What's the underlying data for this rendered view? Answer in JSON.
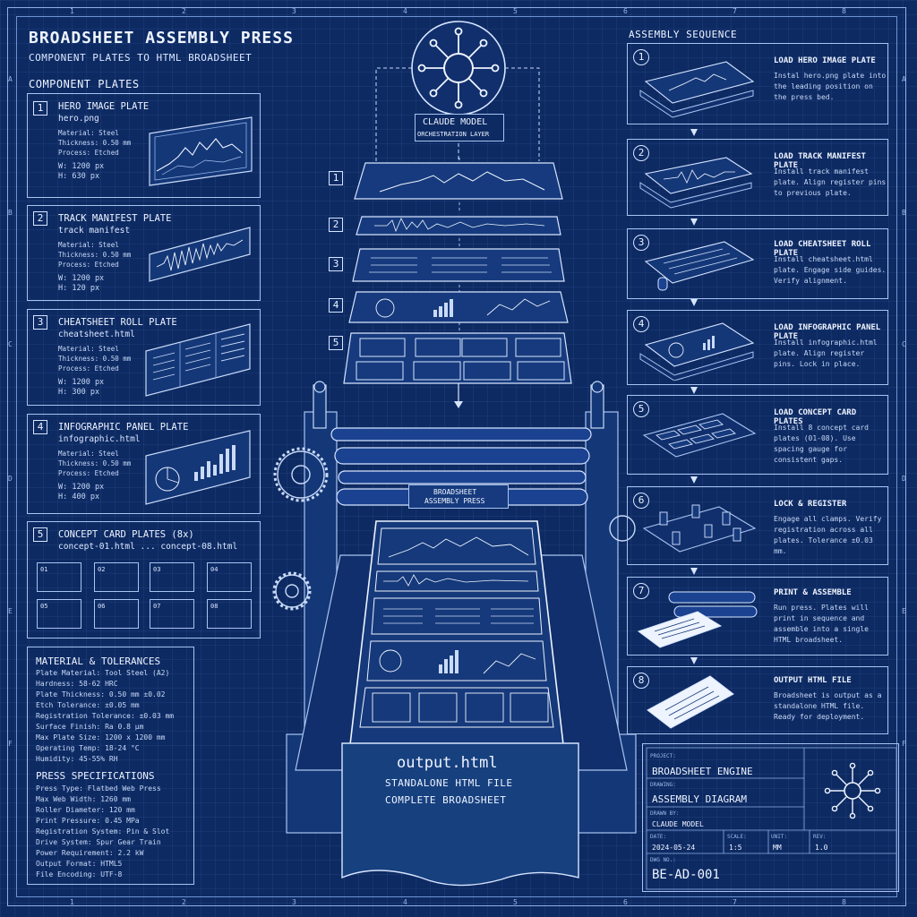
{
  "header": {
    "title": "BROADSHEET ASSEMBLY PRESS",
    "subtitle": "COMPONENT PLATES TO HTML BROADSHEET"
  },
  "zones": {
    "top": [
      "1",
      "2",
      "3",
      "4",
      "5",
      "6",
      "7",
      "8"
    ],
    "side": [
      "A",
      "B",
      "C",
      "D",
      "E",
      "F"
    ]
  },
  "component_plates": {
    "label": "COMPONENT PLATES",
    "items": [
      {
        "num": "1",
        "title": "HERO IMAGE PLATE",
        "file": "hero.png",
        "specs": "Material: Steel\nThickness: 0.50 mm\nProcess: Etched",
        "dims": "W: 1200 px\nH: 630 px"
      },
      {
        "num": "2",
        "title": "TRACK MANIFEST PLATE",
        "file": "track manifest",
        "specs": "Material: Steel\nThickness: 0.50 mm\nProcess: Etched",
        "dims": "W: 1200 px\nH: 120 px"
      },
      {
        "num": "3",
        "title": "CHEATSHEET ROLL PLATE",
        "file": "cheatsheet.html",
        "specs": "Material: Steel\nThickness: 0.50 mm\nProcess: Etched",
        "dims": "W: 1200 px\nH: 300 px"
      },
      {
        "num": "4",
        "title": "INFOGRAPHIC PANEL PLATE",
        "file": "infographic.html",
        "specs": "Material: Steel\nThickness: 0.50 mm\nProcess: Etched",
        "dims": "W: 1200 px\nH: 400 px"
      }
    ],
    "concept": {
      "num": "5",
      "title": "CONCEPT CARD PLATES (8x)",
      "file": "concept-01.html ... concept-08.html",
      "cards": [
        "01",
        "02",
        "03",
        "04",
        "05",
        "06",
        "07",
        "08"
      ]
    }
  },
  "material": {
    "title": "MATERIAL & TOLERANCES",
    "lines": [
      "Plate Material: Tool Steel (A2)",
      "Hardness: 58-62 HRC",
      "Plate Thickness: 0.50 mm ±0.02",
      "Etch Tolerance: ±0.05 mm",
      "Registration Tolerance: ±0.03 mm",
      "Surface Finish: Ra 0.8 µm",
      "Max Plate Size: 1200 x 1200 mm",
      "Operating Temp: 18-24 °C",
      "Humidity: 45-55% RH"
    ]
  },
  "press_specs": {
    "title": "PRESS SPECIFICATIONS",
    "lines": [
      "Press Type: Flatbed Web Press",
      "Max Web Width: 1260 mm",
      "Roller Diameter: 120 mm",
      "Print Pressure: 0.45 MPa",
      "Registration System: Pin & Slot",
      "Drive System: Spur Gear Train",
      "Power Requirement: 2.2 kW",
      "Output Format: HTML5",
      "File Encoding: UTF-8"
    ]
  },
  "center": {
    "model_label": "CLAUDE MODEL",
    "model_sub": "ORCHESTRATION LAYER",
    "stack_nums": [
      "1",
      "2",
      "3",
      "4",
      "5"
    ],
    "press_label_1": "BROADSHEET",
    "press_label_2": "ASSEMBLY PRESS",
    "output_file": "output.html",
    "output_line1": "STANDALONE HTML FILE",
    "output_line2": "COMPLETE BROADSHEET"
  },
  "assembly": {
    "label": "ASSEMBLY SEQUENCE",
    "steps": [
      {
        "num": "1",
        "title": "LOAD HERO IMAGE PLATE",
        "desc": "Instal hero.png plate into the leading position on the press bed."
      },
      {
        "num": "2",
        "title": "LOAD TRACK MANIFEST PLATE",
        "desc": "Install track manifest plate. Align register pins to previous plate."
      },
      {
        "num": "3",
        "title": "LOAD CHEATSHEET ROLL PLATE",
        "desc": "Install cheatsheet.html plate. Engage side guides. Verify alignment."
      },
      {
        "num": "4",
        "title": "LOAD INFOGRAPHIC PANEL PLATE",
        "desc": "Install infographic.html plate. Align register pins. Lock in place."
      },
      {
        "num": "5",
        "title": "LOAD CONCEPT CARD PLATES",
        "desc": "Install 8 concept card plates (01-08). Use spacing gauge for consistent gaps."
      },
      {
        "num": "6",
        "title": "LOCK & REGISTER",
        "desc": "Engage all clamps. Verify registration across all plates. Tolerance ±0.03 mm."
      },
      {
        "num": "7",
        "title": "PRINT & ASSEMBLE",
        "desc": "Run press. Plates will print in sequence and assemble into a single HTML broadsheet."
      },
      {
        "num": "8",
        "title": "OUTPUT HTML FILE",
        "desc": "Broadsheet is output as a standalone HTML file. Ready for deployment."
      }
    ]
  },
  "title_block": {
    "project_label": "PROJECT:",
    "project": "BROADSHEET ENGINE",
    "drawing_label": "DRAWING:",
    "drawing": "ASSEMBLY DIAGRAM",
    "drawn_label": "DRAWN BY:",
    "drawn": "CLAUDE MODEL",
    "date_label": "DATE:",
    "date": "2024-05-24",
    "scale_label": "SCALE:",
    "scale": "1:5",
    "unit_label": "UNIT:",
    "unit": "MM",
    "rev_label": "REV:",
    "rev": "1.0",
    "dwg_label": "DWG NO.:",
    "dwg": "BE-AD-001"
  },
  "colors": {
    "background": "#0d2a63",
    "line": "#a9c4f0",
    "text": "#eef4ff"
  }
}
